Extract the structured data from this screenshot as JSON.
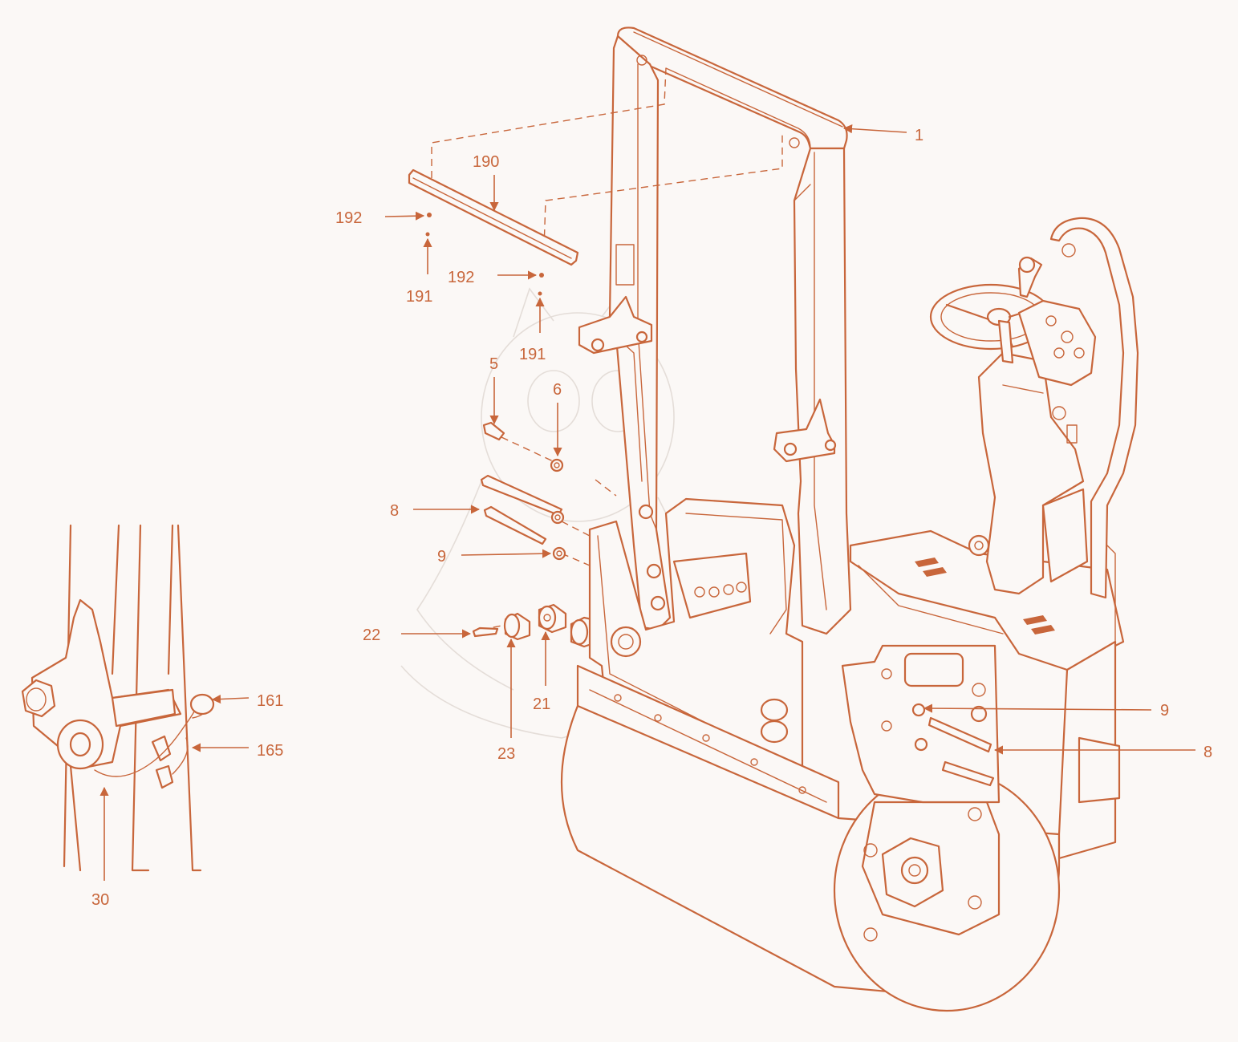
{
  "colors": {
    "line": "#c8663b",
    "background": "#fbf8f6",
    "ghost": "#e4ddd8"
  },
  "callouts": [
    {
      "id": "c1",
      "text": "1"
    },
    {
      "id": "c190",
      "text": "190"
    },
    {
      "id": "c192a",
      "text": "192"
    },
    {
      "id": "c191a",
      "text": "191"
    },
    {
      "id": "c192b",
      "text": "192"
    },
    {
      "id": "c191b",
      "text": "191"
    },
    {
      "id": "c5",
      "text": "5"
    },
    {
      "id": "c6",
      "text": "6"
    },
    {
      "id": "c8a",
      "text": "8"
    },
    {
      "id": "c9a",
      "text": "9"
    },
    {
      "id": "c22",
      "text": "22"
    },
    {
      "id": "c21",
      "text": "21"
    },
    {
      "id": "c23",
      "text": "23"
    },
    {
      "id": "c9b",
      "text": "9"
    },
    {
      "id": "c8b",
      "text": "8"
    },
    {
      "id": "c161",
      "text": "161"
    },
    {
      "id": "c165",
      "text": "165"
    },
    {
      "id": "c30",
      "text": "30"
    }
  ]
}
